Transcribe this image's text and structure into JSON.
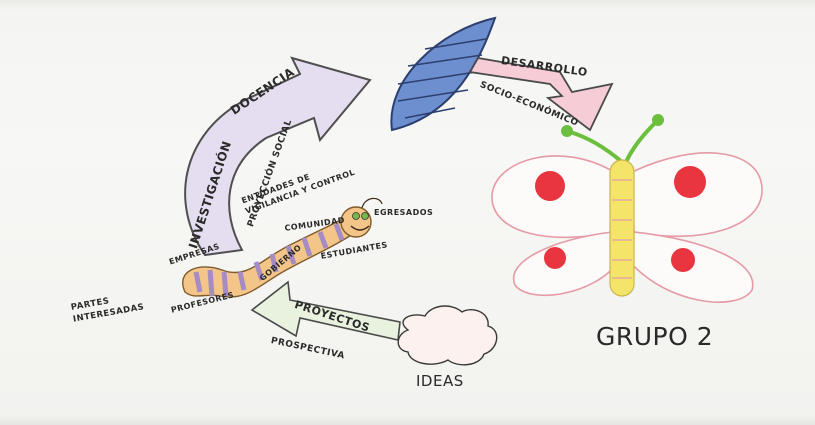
{
  "title": "GRUPO 2",
  "arrow_top": {
    "word_1": "INVESTIGACIÓN",
    "word_2": "DOCENCIA",
    "word_3": "PROYECCIÓN SOCIAL"
  },
  "arrow_right": {
    "line_1": "DESARROLLO",
    "line_2": "SOCIO-ECONÓMICO"
  },
  "arrow_bottom": {
    "line_1": "PROYECTOS",
    "line_2": "PROSPECTIVA"
  },
  "cloud_label": "IDEAS",
  "worm_labels": {
    "left_outer": "PARTES INTERESADAS",
    "professors": "PROFESORES",
    "companies": "EMPRESAS",
    "government": "GOBIERNO",
    "entities": "ENTIDADES DE VIGILANCIA Y CONTROL",
    "community": "COMUNIDAD",
    "students": "ESTUDIANTES",
    "graduates": "EGRESADOS"
  },
  "colors": {
    "purple_arrow": "#e5def0",
    "purple_outline": "#5a5a5a",
    "cocoon_blue": "#6d8fd0",
    "pink_arrow": "#f6cdd7",
    "green_arrow": "#e9f2df",
    "worm_orange": "#f3c588",
    "worm_purple": "#a58cc5",
    "butterfly_body": "#f4e469",
    "wing_outline": "#e59aa5",
    "spot_red": "#e8353f",
    "antenna_green": "#6bbf3c"
  }
}
